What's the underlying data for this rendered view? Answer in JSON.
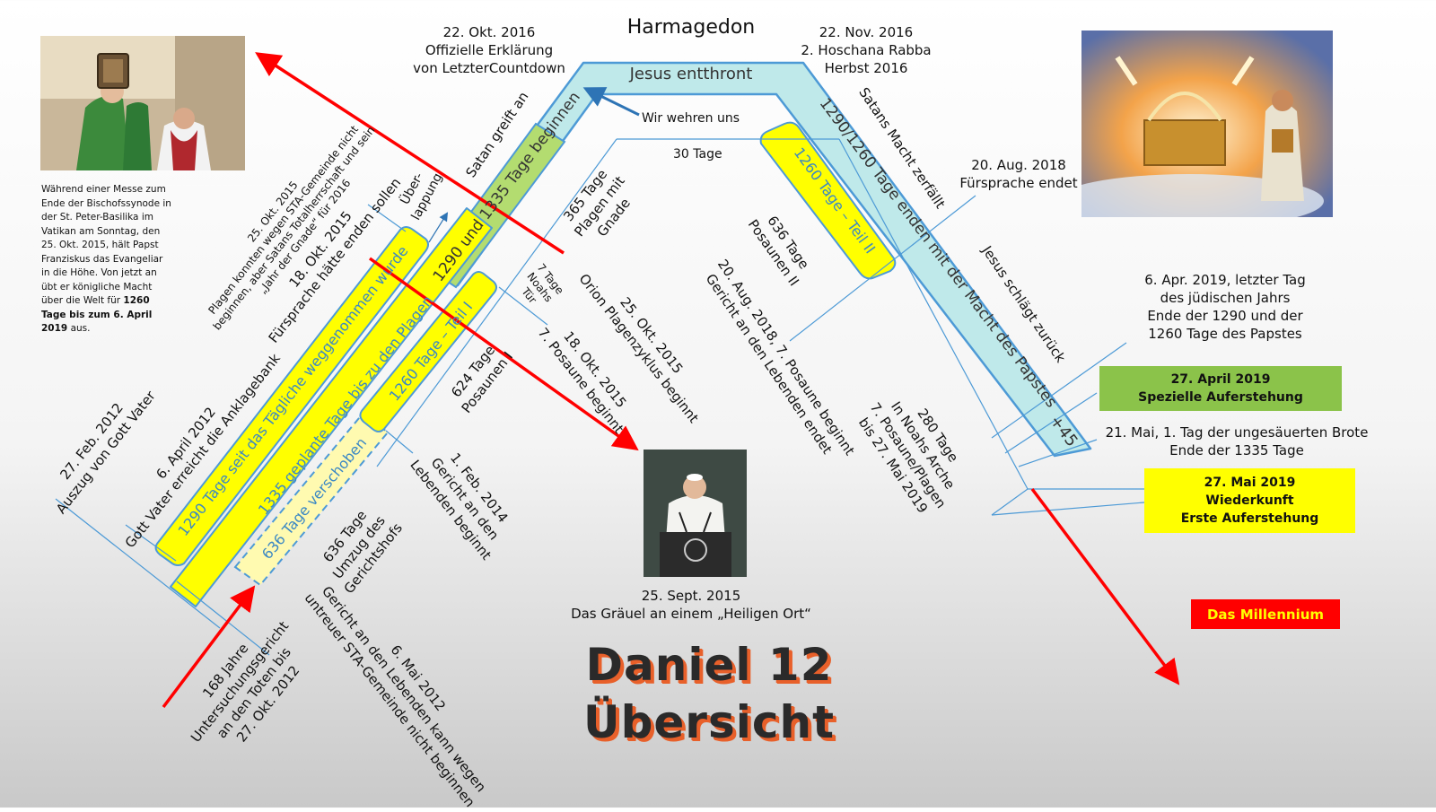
{
  "title": {
    "line1": "Daniel 12",
    "line2": "Übersicht"
  },
  "top": {
    "harmagedon": "Harmagedon",
    "oct2016": [
      "22. Okt. 2016",
      "Offizielle Erklärung",
      "von LetzterCountdown"
    ],
    "nov2016": [
      "22. Nov. 2016",
      "2. Hoschana Rabba",
      "Herbst 2016"
    ]
  },
  "bands": {
    "jesus_enthront": "Jesus entthront",
    "start_1290_1335": "1290 und 1335 Tage beginnen",
    "end_1290_1260": "1290/1260 Tage enden mit der Macht des Papstes",
    "plus45": "+45",
    "y1290": "1290 Tage seit das Tägliche weggenommen wurde",
    "y1335": "1335 geplante Tage bis zu den Plagen",
    "y636": "636 Tage verschoben",
    "y1260_1": "1260 Tage – Teil I",
    "y1260_2": "1260 Tage – Teil II"
  },
  "labels": {
    "wir_wehren": "Wir wehren uns",
    "tage30": "30 Tage",
    "satan_greift": "Satan greift an",
    "ueberlappung": [
      "Über-",
      "lappung"
    ],
    "satans_macht": "Satans Macht zerfällt",
    "jesus_schlaegt": "Jesus schlägt zurück",
    "aug2018": [
      "20. Aug. 2018",
      "Fürsprache endet"
    ],
    "apr2019": [
      "6. Apr. 2019, letzter Tag",
      "des jüdischen Jahrs",
      "Ende der 1290 und der",
      "1260 Tage des Papstes"
    ],
    "mai21": [
      "21. Mai, 1. Tag der ungesäuerten Brote",
      "Ende der 1335 Tage"
    ],
    "okt2015_plagen": [
      "25. Okt. 2015",
      "Plagen konnten wegen STA-Gemeinde nicht",
      "beginnen, aber Satans Totalherrschaft und sein",
      "„Jahr der Gnade“ für 2016"
    ],
    "okt18_2015": [
      "18. Okt. 2015",
      "Fürsprache hätte enden sollen"
    ],
    "tage365": [
      "365 Tage",
      "Plagen mit",
      "Gnade"
    ],
    "tage636_2": [
      "636 Tage",
      "Posaunen II"
    ],
    "tage7": [
      "7 Tage",
      "Noahs",
      "Tür"
    ],
    "orion": [
      "25. Okt. 2015",
      "Orion Plagenzyklus beginnt"
    ],
    "posaune7": [
      "18. Okt. 2015",
      "7. Posaune beginnt"
    ],
    "aug2018_7pos": [
      "20. Aug. 2018, 7. Posaune beginnt",
      "Gericht an den Lebenden endet"
    ],
    "tage280": [
      "280 Tage",
      "In Noahs Arche",
      "7. Posaune/Plagen",
      "bis 27. Mai 2019"
    ],
    "tage624": [
      "624 Tage",
      "Posaunen I"
    ],
    "feb2014": [
      "1. Feb. 2014",
      "Gericht an den",
      "Lebenden beginnt"
    ],
    "tage636_1": [
      "636 Tage",
      "Umzug des",
      "Gerichtshofs"
    ],
    "apr2012": [
      "6. April 2012",
      "Gott Vater erreicht die Anklagebank"
    ],
    "feb2012": [
      "27. Feb. 2012",
      "Auszug von Gott Vater"
    ],
    "tage168": [
      "168 Jahre",
      "Untersuchungsgericht",
      "an den Toten bis",
      "27. Okt. 2012"
    ],
    "mai2012": [
      "6. Mai 2012",
      "Gericht an den Lebenden kann wegen",
      "untreuer STA-Gemeinde nicht beginnen"
    ],
    "sept2015": [
      "25. Sept. 2015",
      "Das Gräuel an einem „Heiligen Ort“"
    ]
  },
  "caption": {
    "text": "Während einer Messe zum Ende der Bischofssynode in der St. Peter-Basilika im Vatikan am Sonntag, den 25. Okt. 2015, hält Papst Franziskus das Evangeliar in die Höhe. Von jetzt an übt er königliche Macht über die Welt für ",
    "bold": "1260 Tage bis zum 6. April 2019",
    "tail": " aus."
  },
  "boxes": {
    "april27": [
      "27. April 2019",
      "Spezielle Auferstehung"
    ],
    "mai27": [
      "27. Mai 2019",
      "Wiederkunft",
      "Erste Auferstehung"
    ],
    "millennium": "Das Millennium"
  },
  "colors": {
    "band_cyan": "#bfe9ea",
    "band_green": "#b3dc70",
    "band_yellow": "#ffff00",
    "box_green": "#8bc34a",
    "box_yellow": "#ffff00",
    "box_red": "#ff0000",
    "arrow_red": "#ff0000",
    "arrow_blue": "#2e74b5",
    "line_blue": "#4d9ad6"
  }
}
